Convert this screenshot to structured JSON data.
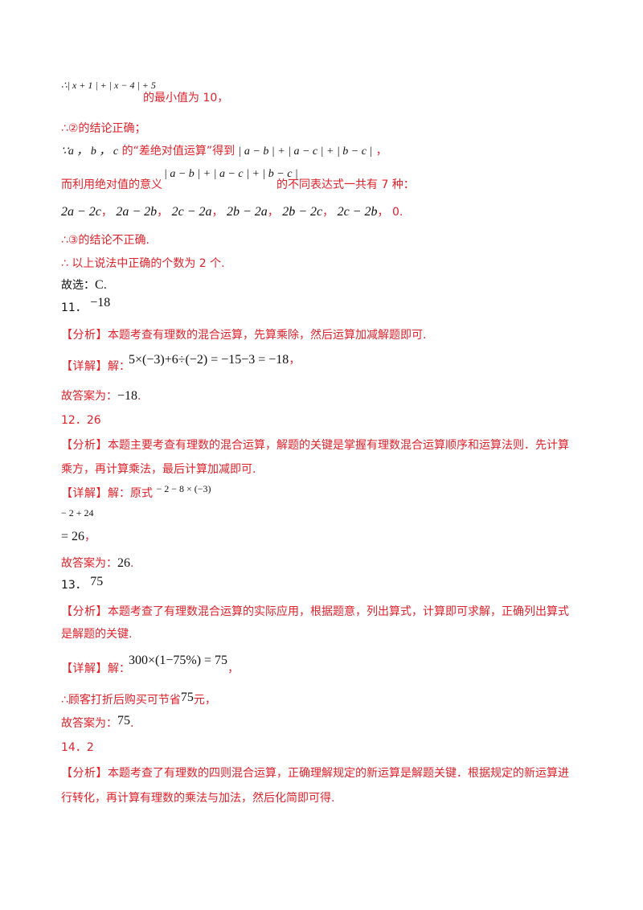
{
  "l1": {
    "expr": "∴| x + 1 | + | x − 4 | + 5",
    "text": "的最小值为 10，"
  },
  "l2": {
    "text": "∴②的结论正确；"
  },
  "l3": {
    "vars": "∵a ， b ， c",
    "text1": "的“差绝对值运算”得到",
    "expr": "| a − b | + | a − c | + | b − c |",
    "end": "，"
  },
  "l4": {
    "text1": "而利用绝对值的意义",
    "expr": "| a − b | + | a − c | + | b − c |",
    "text2": "的不同表达式一共有 7 种："
  },
  "l5": {
    "items": [
      "2a − 2c",
      "2a − 2b",
      "2c − 2a",
      "2b − 2a",
      "2b − 2c",
      "2c − 2b"
    ],
    "last": "0."
  },
  "l6": {
    "text": "∴③的结论不正确."
  },
  "l7": {
    "text": "∴ 以上说法中正确的个数为 2 个."
  },
  "l8": {
    "label": "故选：",
    "ans": "C",
    "end": "."
  },
  "q11": {
    "num": "11．",
    "ans": "−18",
    "analysis_tag": "【分析】",
    "analysis": "本题考查有理数的混合运算，先算乘除，然后运算加减解题即可.",
    "detail_tag": "【详解】",
    "detail_pre": "解：",
    "detail_expr": "5×(−3)+6÷(−2) = −15−3 = −18",
    "detail_end": "，",
    "final_label": "故答案为：",
    "final_ans": "−18",
    "final_end": "."
  },
  "q12": {
    "num": "12．",
    "ans": "26",
    "analysis_tag": "【分析】",
    "analysis1": "本题主要考查有理数的混合运算，解题的关键是掌握有理数混合运算顺序和运算法则．先计算",
    "analysis2": "乘方，再计算乘法，最后计算加减即可.",
    "detail_tag": "【详解】",
    "detail_pre": "解：原式",
    "detail_expr": "− 2 − 8 × (−3)",
    "step1": "− 2 + 24",
    "step2": "= 26",
    "step2_end": "，",
    "final_label": "故答案为：",
    "final_ans": "26",
    "final_end": "."
  },
  "q13": {
    "num": "13．",
    "ans": "75",
    "analysis_tag": "【分析】",
    "analysis1": "本题考查了有理数混合运算的实际应用，根据题意，列出算式，计算即可求解，正确列出算式",
    "analysis2": "是解题的关键.",
    "detail_tag": "【详解】",
    "detail_pre": "解：",
    "detail_expr": "300×(1−75%) = 75",
    "detail_end": "，",
    "concl_pre": "∴顾客打折后购买可节省",
    "concl_num": "75",
    "concl_end": "元，",
    "final_label": "故答案为：",
    "final_ans": "75",
    "final_end": "."
  },
  "q14": {
    "num": "14．",
    "ans": "2",
    "analysis_tag": "【分析】",
    "analysis1": "本题考查了有理数的四则混合运算，正确理解规定的新运算是解题关键．根据规定的新运算进",
    "analysis2": "行转化，再计算有理数的乘法与加法，然后化简即可得."
  }
}
